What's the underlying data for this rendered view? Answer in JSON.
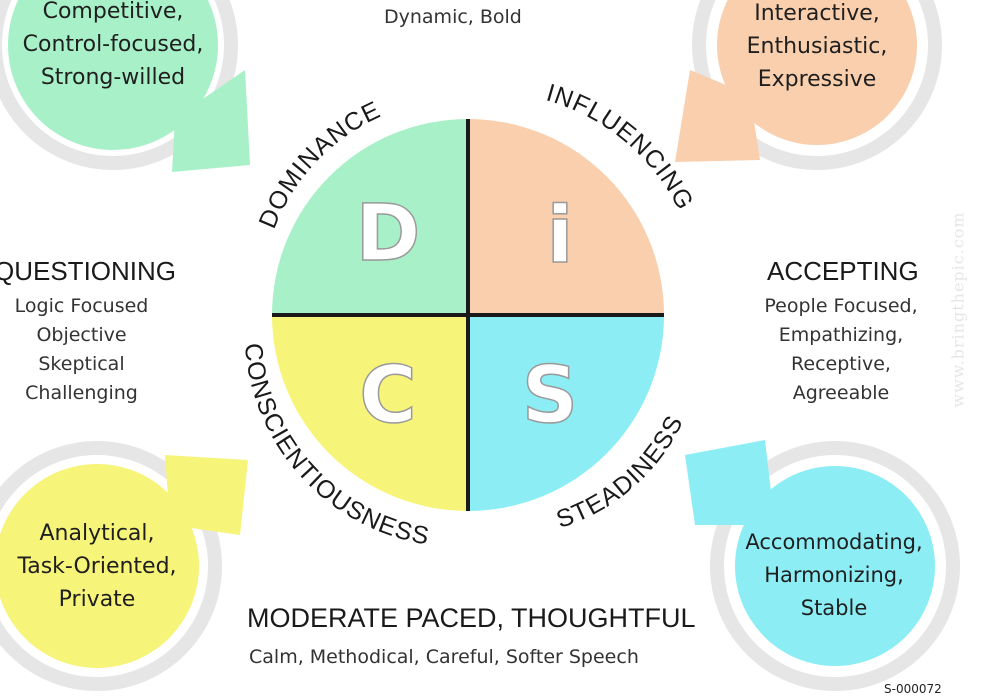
{
  "colors": {
    "d": "#a8f0c8",
    "i": "#f9cfad",
    "c": "#f7f47a",
    "s": "#8ceef4",
    "ring": "#e2e2e2",
    "letter": "#ffffff"
  },
  "quadrants": {
    "d": {
      "letter": "D",
      "arc_label": "DOMINANCE"
    },
    "i": {
      "letter": "i",
      "arc_label": "INFLUENCING"
    },
    "c": {
      "letter": "C",
      "arc_label": "CONSCIENTIOUSNESS"
    },
    "s": {
      "letter": "S",
      "arc_label": "STEADINESS"
    }
  },
  "bubbles": {
    "d": [
      "Competitive,",
      "Control-focused,",
      "Strong-willed"
    ],
    "i": [
      "Interactive,",
      "Enthusiastic,",
      "Expressive"
    ],
    "c": [
      "Analytical,",
      "Task-Oriented,",
      "Private"
    ],
    "s": [
      "Accommodating,",
      "Harmonizing,",
      "Stable"
    ]
  },
  "top": {
    "subtitle": "Dynamic, Bold"
  },
  "left": {
    "title": "QUESTIONING",
    "items": [
      "Logic Focused",
      "Objective",
      "Skeptical",
      "Challenging"
    ]
  },
  "right": {
    "title": "ACCEPTING",
    "items": [
      "People Focused,",
      "Empathizing,",
      "Receptive,",
      "Agreeable"
    ]
  },
  "bottom": {
    "title": "MODERATE PACED, THOUGHTFUL",
    "subtitle": "Calm, Methodical, Careful, Softer Speech"
  },
  "image_id": "S-000072",
  "watermark": "www.bringthepic.com"
}
